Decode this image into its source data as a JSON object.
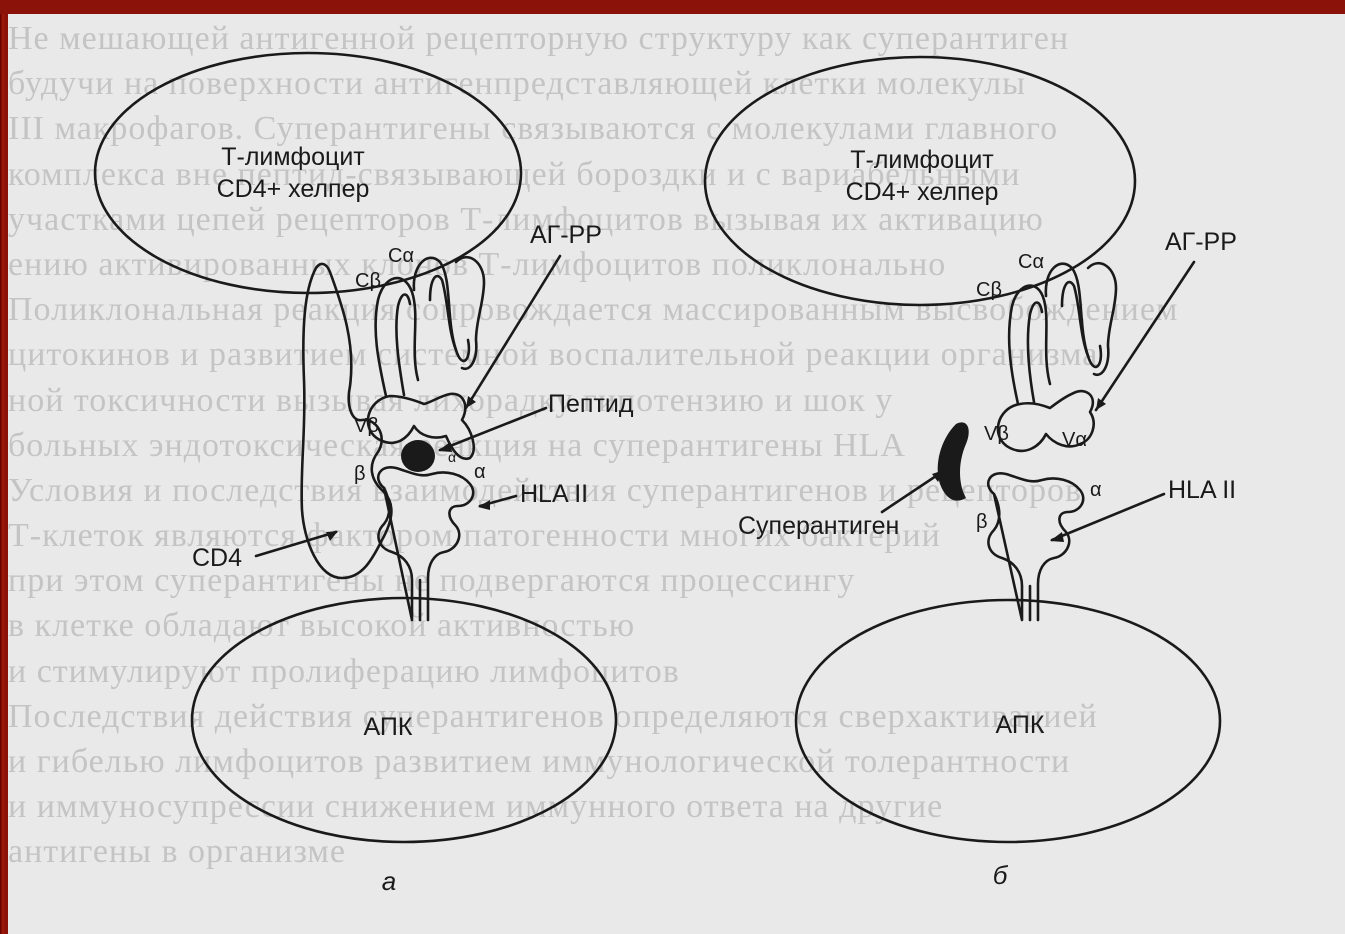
{
  "header_strip": "",
  "panels": [
    {
      "id": "a",
      "t_cell": {
        "line1": "Т-лимфоцит",
        "line2": "CD4+ хелпер"
      },
      "apc": "АПК",
      "labels": {
        "c_alpha": "Cα",
        "c_beta": "Cβ",
        "v_beta": "Vβ",
        "v_alpha": "α",
        "beta": "β",
        "alpha": "α",
        "agrr": "АГ-РР",
        "peptide": "Пептид",
        "hla": "HLA II",
        "cd4": "CD4"
      },
      "caption": "а"
    },
    {
      "id": "b",
      "t_cell": {
        "line1": "Т-лимфоцит",
        "line2": "CD4+ хелпер"
      },
      "apc": "АПК",
      "labels": {
        "c_alpha": "Cα",
        "c_beta": "Cβ",
        "v_beta": "Vβ",
        "v_alpha": "Vα",
        "beta": "β",
        "alpha": "α",
        "agrr": "АГ-РР",
        "superantigen": "Суперантиген",
        "hla": "HLA II"
      },
      "caption": "б"
    }
  ],
  "colors": {
    "frame": "#8a1208",
    "page": "#e9e9e9",
    "ink": "#1a1a1a",
    "ghost_text": "#c4c4c4"
  }
}
